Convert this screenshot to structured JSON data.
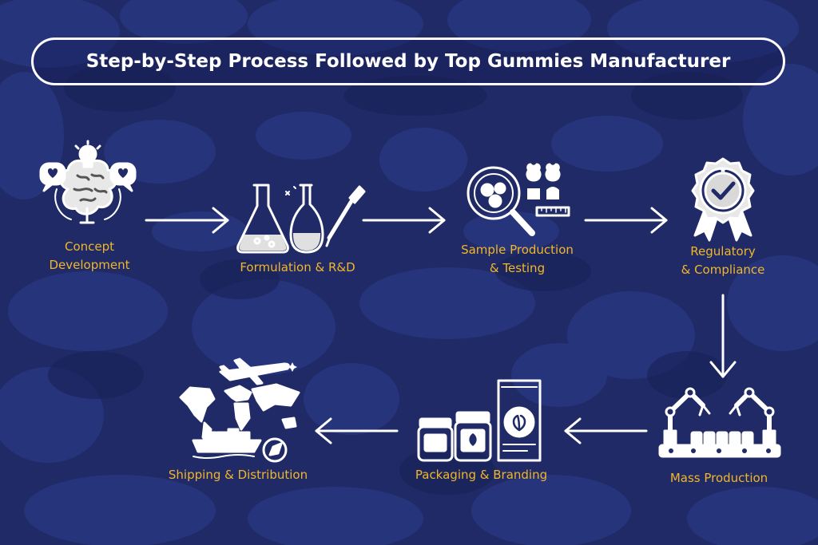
{
  "title": "Step-by-Step Process Followed by Top Gummies Manufacturer",
  "colors": {
    "background": "#1f2a66",
    "blob": "#283680",
    "label": "#f1b62a",
    "line": "#ffffff"
  },
  "steps": [
    {
      "id": "concept",
      "lines": [
        "Concept",
        "Development"
      ],
      "icon": "brain-lightbulb-hearts-icon"
    },
    {
      "id": "formulation",
      "lines": [
        "Formulation & R&D"
      ],
      "icon": "lab-flasks-dropper-icon"
    },
    {
      "id": "sample",
      "lines": [
        "Sample Production",
        "& Testing"
      ],
      "icon": "magnifier-petri-gummies-icon"
    },
    {
      "id": "regulatory",
      "lines": [
        "Regulatory",
        "& Compliance"
      ],
      "icon": "certified-badge-icon"
    },
    {
      "id": "mass",
      "lines": [
        "Mass Production"
      ],
      "icon": "robot-arms-conveyor-icon"
    },
    {
      "id": "packaging",
      "lines": [
        "Packaging & Branding"
      ],
      "icon": "jars-pouch-icon"
    },
    {
      "id": "shipping",
      "lines": [
        "Shipping & Distribution"
      ],
      "icon": "world-map-plane-ship-icon"
    }
  ]
}
